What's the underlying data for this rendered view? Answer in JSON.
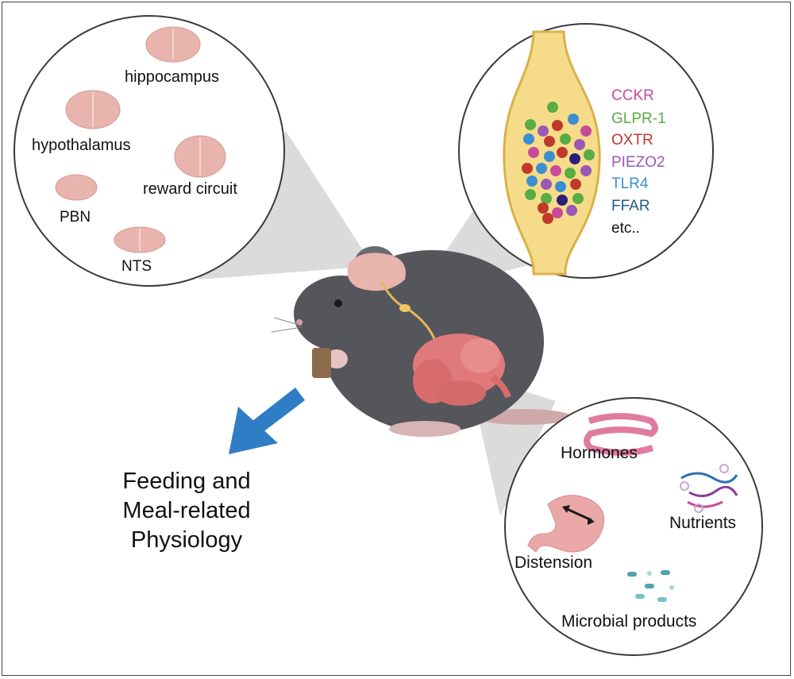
{
  "brain_regions": {
    "hippocampus": "hippocampus",
    "hypothalamus": "hypothalamus",
    "reward_circuit": "reward circuit",
    "pbn": "PBN",
    "nts": "NTS"
  },
  "receptors": [
    {
      "label": "CCKR",
      "color": "#c94a9a"
    },
    {
      "label": "GLPR-1",
      "color": "#5aac44"
    },
    {
      "label": "OXTR",
      "color": "#c0392b"
    },
    {
      "label": "PIEZO2",
      "color": "#9b59b6"
    },
    {
      "label": "TLR4",
      "color": "#3b8fd0"
    },
    {
      "label": "FFAR",
      "color": "#215b8c"
    },
    {
      "label": "etc..",
      "color": "#111111"
    }
  ],
  "gut_signals": {
    "hormones": "Hormones",
    "nutrients": "Nutrients",
    "distension": "Distension",
    "microbial": "Microbial products"
  },
  "caption": {
    "line1": "Feeding and",
    "line2": "Meal-related",
    "line3": "Physiology"
  },
  "colors": {
    "arrow": "#2f7dc4",
    "mouse": "#55555c",
    "gut": "#e07a7a",
    "ganglion": "#f3d67a",
    "brain_section": "#e8b4ad"
  }
}
